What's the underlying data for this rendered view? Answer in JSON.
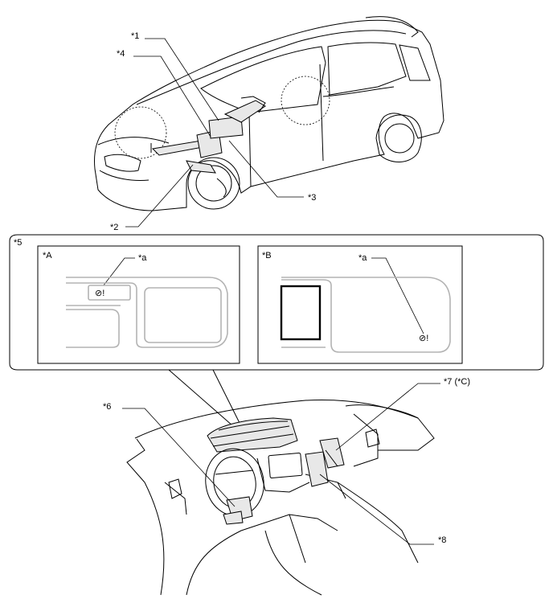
{
  "callouts": {
    "c1": "*1",
    "c2": "*2",
    "c3": "*3",
    "c4": "*4",
    "c5": "*5",
    "c6": "*6",
    "c7": "*7 (*C)",
    "c8": "*8"
  },
  "panels": {
    "a_title": "*A",
    "b_title": "*B",
    "a_mark": "*a",
    "b_mark": "*a"
  },
  "indicator": {
    "a_glyph": "⊘!",
    "b_glyph": "⊘!",
    "icon": "steering-warning-icon"
  }
}
